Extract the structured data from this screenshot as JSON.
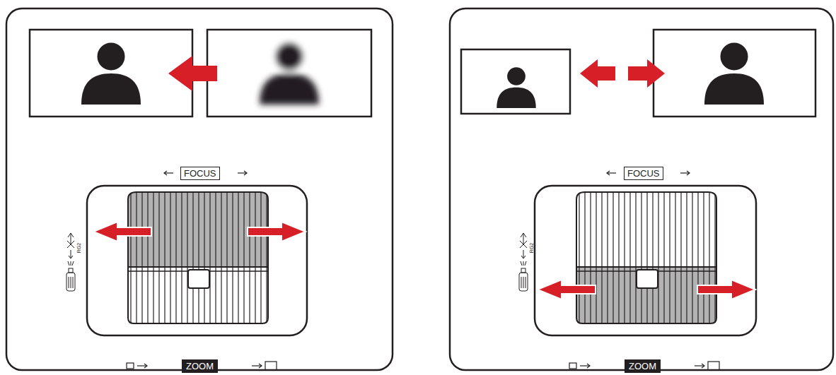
{
  "diagram": {
    "nodes": [
      {
        "text": [
          "FOCUS"
        ]
      },
      {
        "text": [
          "ZOOM"
        ]
      },
      {
        "text": [
          "FOCUS"
        ]
      },
      {
        "text": [
          "ZOOM"
        ]
      }
    ],
    "labels": [
      "RG2",
      "RG2"
    ]
  }
}
